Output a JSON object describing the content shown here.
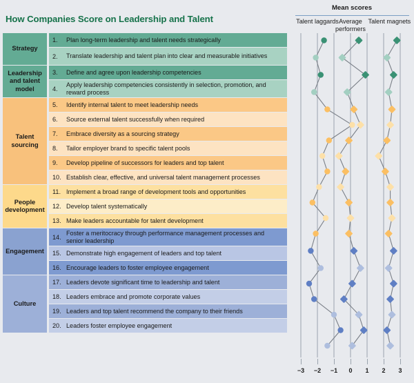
{
  "title": "How Companies Score on Leadership and Talent",
  "colors": {
    "title_green": "#16724a",
    "background": "#e8eaee",
    "strategy_cat": "#63ab94",
    "strategy_row_dark": "#63ab94",
    "strategy_row_light": "#a8d2c2",
    "model_cat": "#63ab94",
    "sourcing_cat": "#f8c17c",
    "sourcing_row_dark": "#fbc886",
    "sourcing_row_light": "#fde3c2",
    "people_cat": "#fdd98b",
    "people_row_dark": "#fde0a0",
    "people_row_light": "#fdedc8",
    "engagement_cat": "#8aa2d0",
    "engagement_row_dark": "#7e9ad0",
    "engagement_row_light": "#b9c6e4",
    "culture_cat": "#9db0d8",
    "culture_row_dark": "#9db0d8",
    "culture_row_light": "#c3cee7",
    "marker_green_dark": "#3a9174",
    "marker_green_light": "#a3cfc1",
    "marker_orange_dark": "#fbbf63",
    "marker_orange_light": "#fde0a8",
    "marker_blue_dark": "#5f7fc4",
    "marker_blue_light": "#aebede",
    "line": "#7a7f87",
    "gridline": "#9aa3ad"
  },
  "groups": [
    {
      "category": "Strategy",
      "category_color": "#63ab94",
      "rows": [
        {
          "num": "1.",
          "text": "Plan long-term leadership and talent needs strategically",
          "color": "#63ab94"
        },
        {
          "num": "2.",
          "text": "Translate leadership and talent plan into clear and measurable initiatives",
          "color": "#a8d2c2"
        }
      ]
    },
    {
      "category": "Leadership and talent model",
      "category_color": "#63ab94",
      "rows": [
        {
          "num": "3.",
          "text": "Define and agree upon leadership competencies",
          "color": "#63ab94"
        },
        {
          "num": "4.",
          "text": "Apply leadership competencies consistently in selection, promotion, and reward process",
          "color": "#a8d2c2"
        }
      ]
    },
    {
      "category": "Talent sourcing",
      "category_color": "#f8c17c",
      "rows": [
        {
          "num": "5.",
          "text": "Identify internal talent to meet leadership needs",
          "color": "#fbc886"
        },
        {
          "num": "6.",
          "text": "Source external talent successfully when required",
          "color": "#fde3c2"
        },
        {
          "num": "7.",
          "text": "Embrace diversity as a sourcing strategy",
          "color": "#fbc886"
        },
        {
          "num": "8.",
          "text": "Tailor employer brand to specific talent pools",
          "color": "#fde3c2"
        },
        {
          "num": "9.",
          "text": "Develop pipeline of successors for leaders and top talent",
          "color": "#fbc886"
        },
        {
          "num": "10.",
          "text": "Establish clear, effective, and universal talent management processes",
          "color": "#fde3c2"
        }
      ]
    },
    {
      "category": "People development",
      "category_color": "#fdd98b",
      "rows": [
        {
          "num": "11.",
          "text": "Implement a broad range of development tools and opportunities",
          "color": "#fde0a0"
        },
        {
          "num": "12.",
          "text": "Develop talent systematically",
          "color": "#fdedc8"
        },
        {
          "num": "13.",
          "text": "Make leaders accountable for talent development",
          "color": "#fde0a0"
        }
      ]
    },
    {
      "category": "Engagement",
      "category_color": "#8aa2d0",
      "rows": [
        {
          "num": "14.",
          "text": "Foster a meritocracy through performance management processes and senior leadership",
          "color": "#7e9ad0"
        },
        {
          "num": "15.",
          "text": "Demonstrate high engagement of leaders and top talent",
          "color": "#b9c6e4"
        },
        {
          "num": "16.",
          "text": "Encourage leaders to foster employee engagement",
          "color": "#7e9ad0"
        }
      ]
    },
    {
      "category": "Culture",
      "category_color": "#9db0d8",
      "rows": [
        {
          "num": "17.",
          "text": "Leaders devote significant time to leadership and talent",
          "color": "#9db0d8"
        },
        {
          "num": "18.",
          "text": "Leaders embrace and promote corporate values",
          "color": "#c3cee7"
        },
        {
          "num": "19.",
          "text": "Leaders and top talent recommend the company to their friends",
          "color": "#9db0d8"
        },
        {
          "num": "20.",
          "text": "Leaders foster employee engagement",
          "color": "#c3cee7"
        }
      ]
    }
  ],
  "chart_data": {
    "type": "scatter",
    "title": "Mean scores",
    "xlabel": "",
    "ylabel": "",
    "xlim": [
      -3.6,
      3.4
    ],
    "xticks": [
      -3,
      -2,
      -1,
      0,
      1,
      2,
      3
    ],
    "xticklabels": [
      "−3",
      "−2",
      "−1",
      "0",
      "1",
      "2",
      "3"
    ],
    "grid": true,
    "legend_position": "top",
    "panels": [
      {
        "name": "Talent laggards",
        "marker": "circle"
      },
      {
        "name": "Average performers",
        "marker": "diamond"
      },
      {
        "name": "Talent magnets",
        "marker": "diamond"
      }
    ],
    "categories": [
      "1. Plan long-term leadership and talent needs strategically",
      "2. Translate leadership and talent plan into clear and measurable initiatives",
      "3. Define and agree upon leadership competencies",
      "4. Apply leadership competencies consistently in selection, promotion, and reward process",
      "5. Identify internal talent to meet leadership needs",
      "6. Source external talent successfully when required",
      "7. Embrace diversity as a sourcing strategy",
      "8. Tailor employer brand to specific talent pools",
      "9. Develop pipeline of successors for leaders and top talent",
      "10. Establish clear, effective, and universal talent management processes",
      "11. Implement a broad range of development tools and opportunities",
      "12. Develop talent systematically",
      "13. Make leaders accountable for talent development",
      "14. Foster a meritocracy through performance management processes and senior leadership",
      "15. Demonstrate high engagement of leaders and top talent",
      "16. Encourage leaders to foster employee engagement",
      "17. Leaders devote significant time to leadership and talent",
      "18. Leaders embrace and promote corporate values",
      "19. Leaders and top talent recommend the company to their friends",
      "20. Leaders foster employee engagement"
    ],
    "point_colors": [
      "#3a9174",
      "#a3cfc1",
      "#3a9174",
      "#a3cfc1",
      "#fbbf63",
      "#fde0a8",
      "#fbbf63",
      "#fde0a8",
      "#fbbf63",
      "#fde0a8",
      "#fbbf63",
      "#fde0a8",
      "#fbbf63",
      "#5f7fc4",
      "#aebede",
      "#5f7fc4",
      "#5f7fc4",
      "#aebede",
      "#5f7fc4",
      "#aebede"
    ],
    "series": [
      {
        "name": "Talent laggards",
        "values": [
          -1.6,
          -2.1,
          -1.8,
          -2.2,
          -1.4,
          0.1,
          -1.3,
          -1.7,
          -1.4,
          -1.9,
          -2.3,
          -1.5,
          -2.1,
          -2.4,
          -1.8,
          -2.5,
          -2.2,
          -1.0,
          -0.6,
          -1.4
        ]
      },
      {
        "name": "Average performers",
        "values": [
          0.5,
          -0.5,
          0.9,
          -0.2,
          0.2,
          0.6,
          -0.1,
          -0.7,
          -0.3,
          -0.6,
          -0.1,
          0.0,
          -0.1,
          0.2,
          0.6,
          0.1,
          -0.4,
          0.5,
          0.8,
          0.1
        ]
      },
      {
        "name": "Talent magnets",
        "values": [
          2.8,
          2.2,
          2.6,
          2.3,
          2.5,
          2.4,
          2.2,
          1.7,
          2.1,
          2.4,
          2.4,
          2.5,
          2.3,
          2.6,
          2.3,
          2.6,
          2.4,
          2.5,
          2.2,
          2.4
        ]
      }
    ]
  }
}
